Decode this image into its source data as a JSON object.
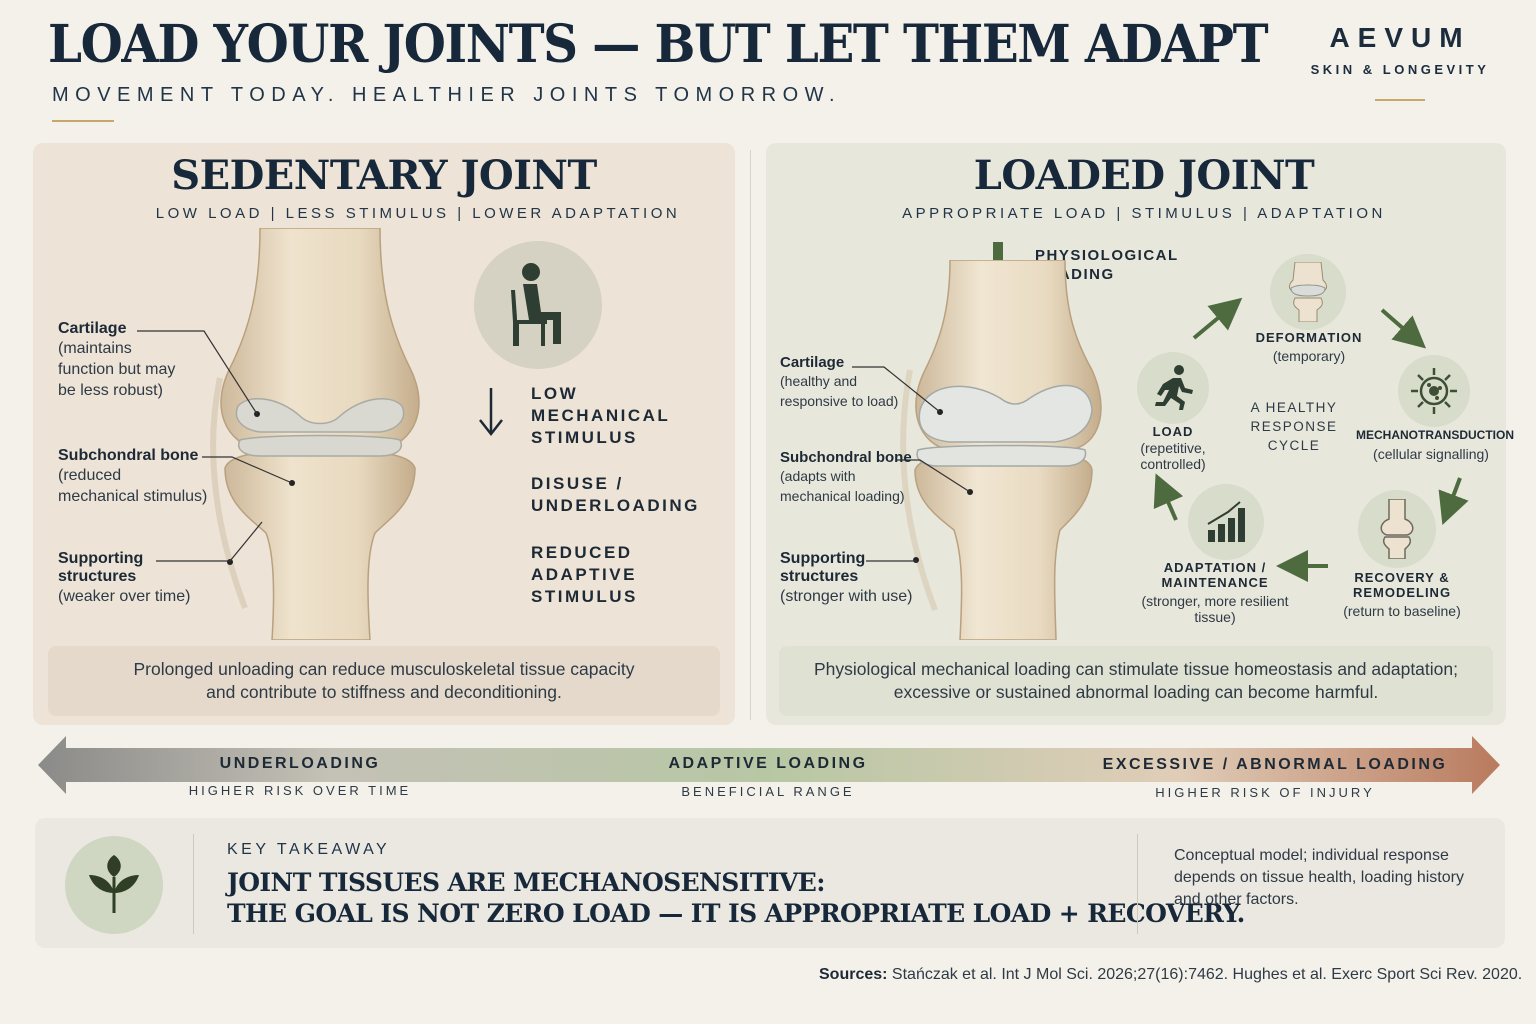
{
  "header": {
    "title": "LOAD YOUR JOINTS — BUT LET THEM ADAPT",
    "subtitle": "MOVEMENT TODAY. HEALTHIER JOINTS TOMORROW."
  },
  "brand": {
    "name": "AEVUM",
    "tagline": "SKIN & LONGEVITY"
  },
  "left_panel": {
    "title": "SEDENTARY JOINT",
    "subtitle": "LOW LOAD  |  LESS STIMULUS  |  LOWER ADAPTATION",
    "labels": [
      {
        "title": "Cartilage",
        "desc": [
          "(maintains",
          "function but may",
          "be less robust)"
        ]
      },
      {
        "title": "Subchondral bone",
        "desc": [
          "(reduced",
          "mechanical stimulus)"
        ]
      },
      {
        "title": "Supporting",
        "title2": "structures",
        "desc": [
          "(weaker over time)"
        ]
      }
    ],
    "icon": "seated-person-icon",
    "stimulus_items": [
      {
        "lines": [
          "LOW",
          "MECHANICAL",
          "STIMULUS"
        ]
      },
      {
        "lines": [
          "DISUSE /",
          "UNDERLOADING"
        ]
      },
      {
        "lines": [
          "REDUCED",
          "ADAPTIVE",
          "STIMULUS"
        ]
      }
    ],
    "note": [
      "Prolonged unloading can reduce musculoskeletal tissue capacity",
      "and contribute to stiffness and deconditioning."
    ]
  },
  "right_panel": {
    "title": "LOADED JOINT",
    "subtitle": "APPROPRIATE LOAD  |  STIMULUS  |  ADAPTATION",
    "loading_label": [
      "PHYSIOLOGICAL",
      "LOADING"
    ],
    "labels": [
      {
        "title": "Cartilage",
        "desc": [
          "(healthy and",
          "responsive to load)"
        ]
      },
      {
        "title": "Subchondral bone",
        "desc": [
          "(adapts with",
          "mechanical loading)"
        ]
      },
      {
        "title": "Supporting",
        "title2": "structures",
        "desc": [
          "(stronger with use)"
        ]
      }
    ],
    "cycle": {
      "center": [
        "A HEALTHY",
        "RESPONSE",
        "CYCLE"
      ],
      "steps": {
        "deformation": {
          "title": "DEFORMATION",
          "sub": [
            "(temporary)"
          ],
          "icon": "joint-icon"
        },
        "mechanotransduction": {
          "title": "MECHANOTRANSDUCTION",
          "sub": [
            "(cellular signalling)"
          ],
          "icon": "cell-signal-icon"
        },
        "recovery": {
          "title": [
            "RECOVERY &",
            "REMODELING"
          ],
          "sub": [
            "(return to baseline)"
          ],
          "icon": "bone-icon"
        },
        "adaptation": {
          "title": [
            "ADAPTATION /",
            "MAINTENANCE"
          ],
          "sub": [
            "(stronger, more resilient",
            "tissue)"
          ],
          "icon": "bar-chart-icon"
        },
        "load": {
          "title": "LOAD",
          "sub": [
            "(repetitive,",
            "controlled)"
          ],
          "icon": "running-person-icon"
        }
      }
    },
    "note": [
      "Physiological mechanical loading can stimulate tissue homeostasis and adaptation;",
      "excessive or sustained abnormal loading can become harmful."
    ]
  },
  "scale": {
    "left": {
      "label": "UNDERLOADING",
      "sub": "HIGHER RISK OVER TIME"
    },
    "middle": {
      "label": "ADAPTIVE LOADING",
      "sub": "BENEFICIAL RANGE"
    },
    "right": {
      "label": "EXCESSIVE / ABNORMAL LOADING",
      "sub": "HIGHER RISK OF INJURY"
    },
    "colors": {
      "left": "#8a8a88",
      "middle": "#b7c7a4",
      "right": "#b97a5e"
    }
  },
  "takeaway": {
    "label": "KEY TAKEAWAY",
    "lines": [
      "JOINT TISSUES ARE MECHANOSENSITIVE:",
      "THE GOAL IS NOT ZERO LOAD — IT IS APPROPRIATE LOAD + RECOVERY."
    ],
    "icon": "leaf-icon",
    "note": [
      "Conceptual model; individual response",
      "depends on tissue health, loading history",
      "and other factors."
    ]
  },
  "sources": {
    "label": "Sources:",
    "text": "Stańczak et al. Int J Mol Sci. 2026;27(16):7462.  Hughes et al. Exerc Sport Sci Rev. 2020."
  }
}
